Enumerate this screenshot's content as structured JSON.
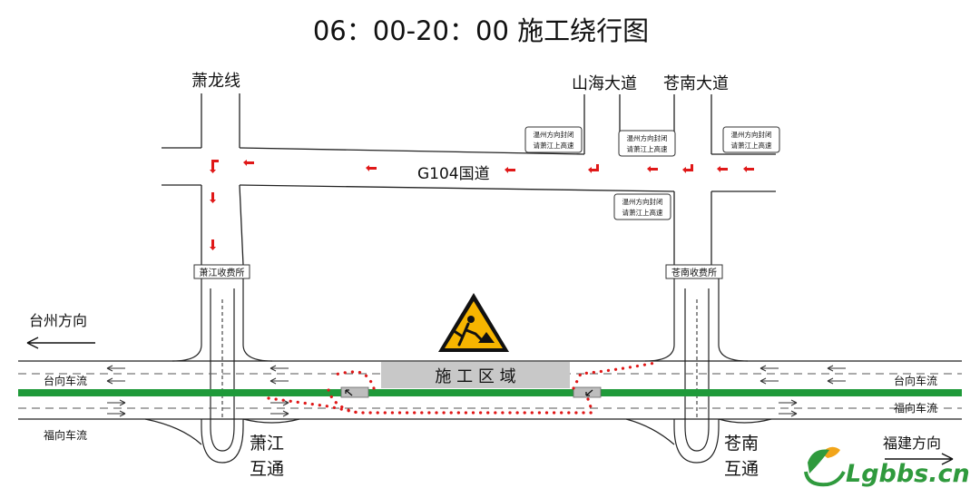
{
  "title": "06：00-20：00 施工绕行图",
  "roads": {
    "xiaolong": "萧龙线",
    "shanhai": "山海大道",
    "cangnan_ave": "苍南大道",
    "g104": "G104国道"
  },
  "notice": {
    "line1": "温州方向封闭",
    "line2": "请萧江上高速"
  },
  "tolls": {
    "xiaojiang": "萧江收费所",
    "cangnan": "苍南收费所"
  },
  "directions": {
    "taizhou": "台州方向",
    "fuzhou": "福建方向"
  },
  "lanes": {
    "tai_flow": "台向车流",
    "fu_flow": "福向车流"
  },
  "work_zone": "施 工 区 域",
  "interchanges": {
    "xiaojiang_l1": "萧江",
    "xiaojiang_l2": "互通",
    "cangnan_l1": "苍南",
    "cangnan_l2": "互通"
  },
  "watermark": "Lgbbs.cn",
  "colors": {
    "median": "#1f9a3a",
    "detour": "#e01818",
    "warning": "#f7b500",
    "zone": "#c8c8c8"
  }
}
